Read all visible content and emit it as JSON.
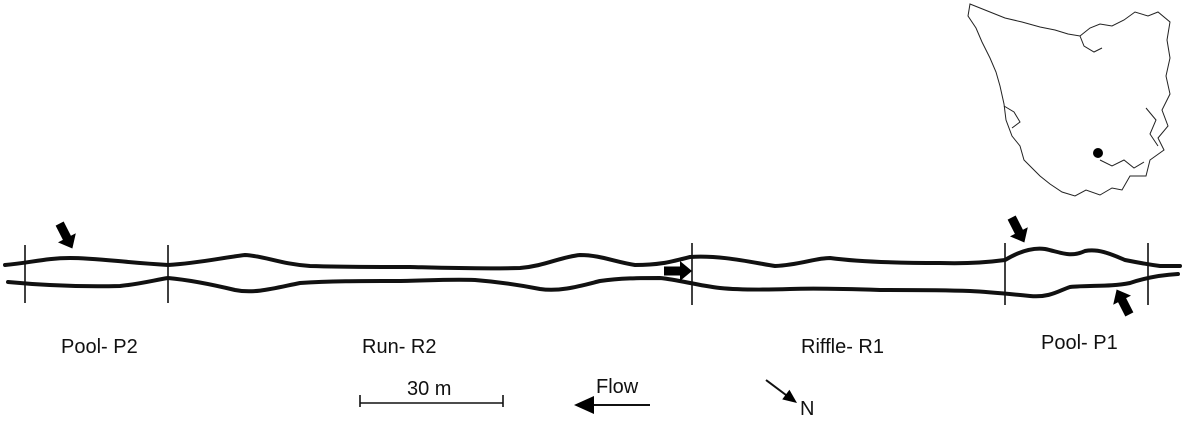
{
  "sections": [
    {
      "id": "pool-p2",
      "label": "Pool- P2"
    },
    {
      "id": "run-r2",
      "label": "Run- R2"
    },
    {
      "id": "riffle-r1",
      "label": "Riffle- R1"
    },
    {
      "id": "pool-p1",
      "label": "Pool- P1"
    }
  ],
  "scale_bar": {
    "label": "30 m"
  },
  "flow": {
    "label": "Flow"
  },
  "north": {
    "label": "N"
  },
  "locator": {
    "marker": "site-dot"
  },
  "colors": {
    "ink": "#111111",
    "background": "#ffffff"
  }
}
